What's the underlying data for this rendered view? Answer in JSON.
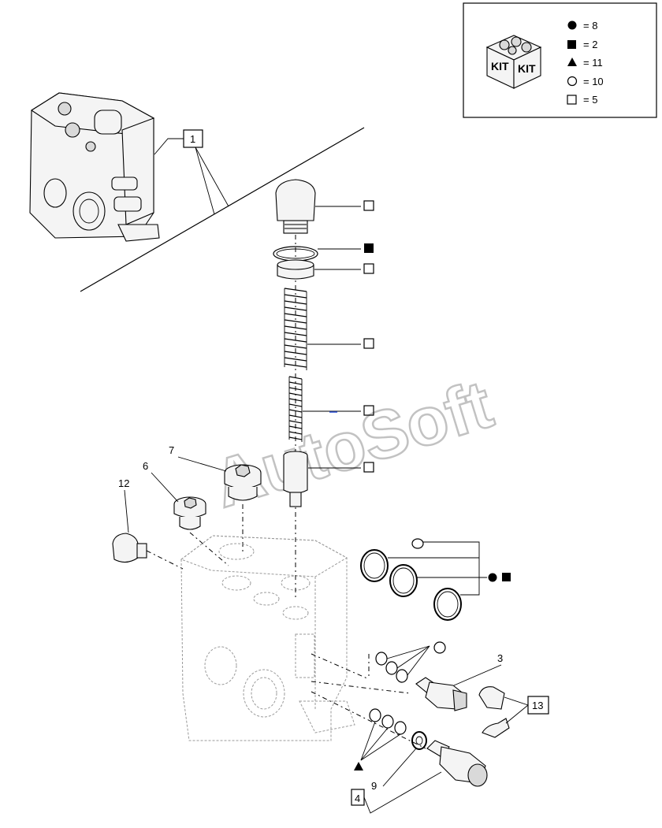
{
  "legend": {
    "kit_label_left": "KIT",
    "kit_label_right": "KIT",
    "items": [
      {
        "symbol": "filled-circle",
        "text": "= 8"
      },
      {
        "symbol": "filled-square",
        "text": "= 2"
      },
      {
        "symbol": "filled-triangle",
        "text": "= 11"
      },
      {
        "symbol": "open-circle",
        "text": "= 10"
      },
      {
        "symbol": "open-square",
        "text": "= 5"
      }
    ]
  },
  "callouts": {
    "c1": "1",
    "c3": "3",
    "c4": "4",
    "c6": "6",
    "c7": "7",
    "c9": "9",
    "c12": "12",
    "c13": "13"
  },
  "watermark": "AutoSoft",
  "colors": {
    "line": "#000000",
    "ghost": "#9a9a9a",
    "watermark": "#b8b8b8"
  }
}
